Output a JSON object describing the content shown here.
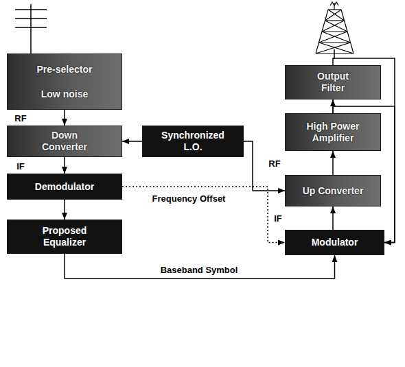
{
  "diagram": {
    "nodes": [
      {
        "text": [
          "Pre-selector",
          "Low noise"
        ]
      },
      {
        "text": [
          "Down Converter"
        ]
      },
      {
        "text": [
          "Demodulator"
        ]
      },
      {
        "text": [
          "Proposed Equalizer"
        ]
      },
      {
        "text": [
          "Synchronized L.O."
        ]
      },
      {
        "text": [
          "Output Filter"
        ]
      },
      {
        "text": [
          "High Power Amplifier"
        ]
      },
      {
        "text": [
          "Up Converter"
        ]
      },
      {
        "text": [
          "Modulator"
        ]
      }
    ],
    "edges": [
      {
        "from": 0,
        "to": 1,
        "arrow": "to",
        "label": "RF"
      },
      {
        "from": 4,
        "to": 1,
        "arrow": "to"
      },
      {
        "from": 1,
        "to": 2,
        "arrow": "to",
        "label": "IF"
      },
      {
        "from": 2,
        "to": 3,
        "arrow": "to"
      },
      {
        "from": 4,
        "to": 7,
        "arrow": "to"
      },
      {
        "from": 2,
        "to": 8,
        "arrow": "to",
        "label": "Frequency Offset"
      },
      {
        "from": 3,
        "to": 8,
        "arrow": "to",
        "label": "Baseband Symbol"
      },
      {
        "from": 8,
        "to": 7,
        "arrow": "to",
        "label": "IF"
      },
      {
        "from": 7,
        "to": 6,
        "arrow": "to",
        "label": "RF"
      },
      {
        "from": 6,
        "to": 5,
        "arrow": "to"
      },
      {
        "from": 6,
        "to": 8,
        "arrow": "to"
      },
      {
        "from": 5,
        "to": 8,
        "arrow": "to"
      }
    ]
  }
}
